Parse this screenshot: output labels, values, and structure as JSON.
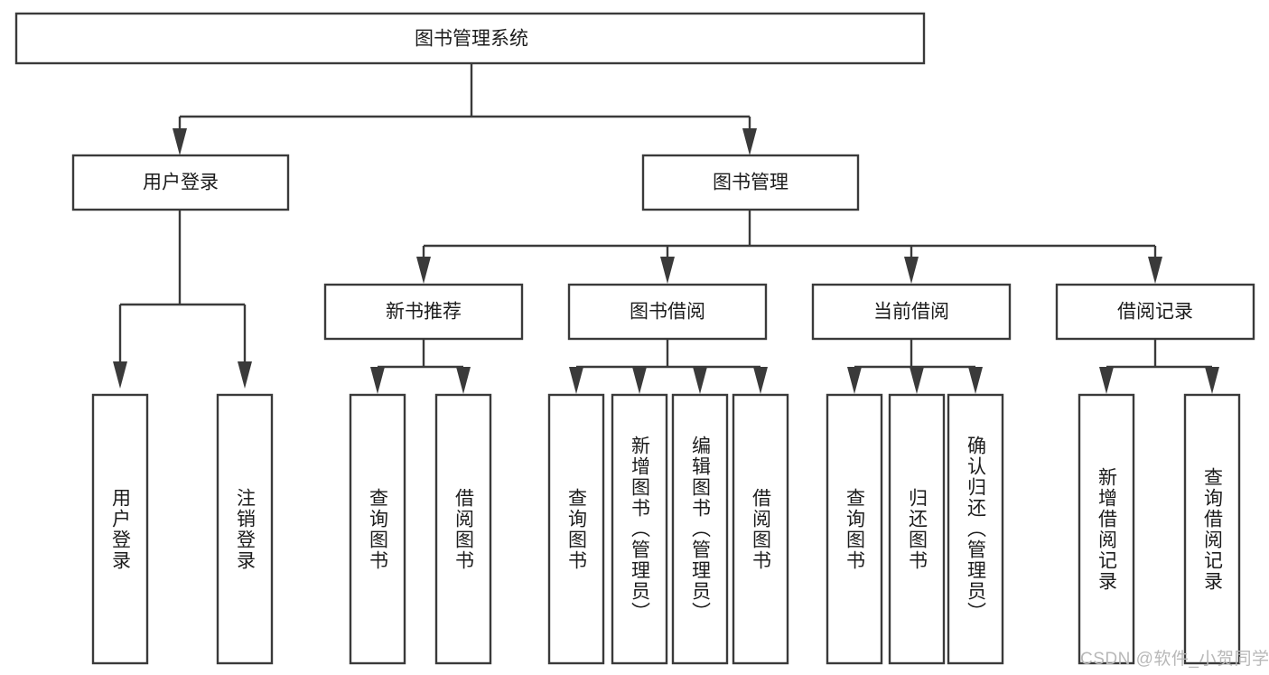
{
  "diagram": {
    "title": "图书管理系统",
    "type": "tree-hierarchy",
    "watermark": "CSDN @软件_小贺同学",
    "colors": {
      "stroke": "#3a3a3a",
      "box_fill": "#ffffff",
      "text": "#1c1c1c",
      "watermark": "#b8b8b8",
      "background": "#ffffff"
    },
    "levels": {
      "root": {
        "label": "图书管理系统"
      },
      "level2": [
        {
          "label": "用户登录"
        },
        {
          "label": "图书管理"
        }
      ],
      "level3": [
        {
          "label": "新书推荐"
        },
        {
          "label": "图书借阅"
        },
        {
          "label": "当前借阅"
        },
        {
          "label": "借阅记录"
        }
      ],
      "leaves_user_login": [
        {
          "label": "用户登录"
        },
        {
          "label": "注销登录"
        }
      ],
      "leaves_new_book": [
        {
          "label": "查询图书"
        },
        {
          "label": "借阅图书"
        }
      ],
      "leaves_borrow": [
        {
          "label": "查询图书"
        },
        {
          "label": "新增图书（管理员）"
        },
        {
          "label": "编辑图书（管理员）"
        },
        {
          "label": "借阅图书"
        }
      ],
      "leaves_current": [
        {
          "label": "查询图书"
        },
        {
          "label": "归还图书"
        },
        {
          "label": "确认归还（管理员）"
        }
      ],
      "leaves_record": [
        {
          "label": "新增借阅记录"
        },
        {
          "label": "查询借阅记录"
        }
      ]
    }
  }
}
